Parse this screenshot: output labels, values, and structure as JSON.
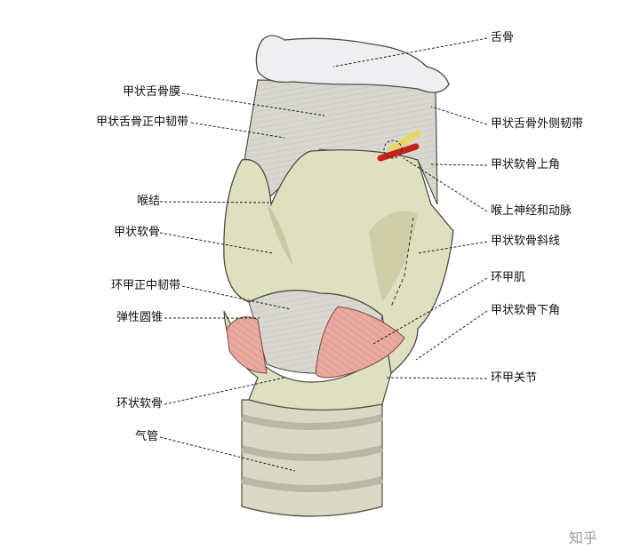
{
  "figure": {
    "labels_left": {
      "thyrohyoid_membrane": "甲状舌骨膜",
      "median_thyrohyoid_ligament": "甲状舌骨正中韧带",
      "laryngeal_prominence": "喉结",
      "thyroid_cartilage": "甲状软骨",
      "median_cricothyroid_ligament": "环甲正中韧带",
      "conus_elasticus": "弹性圆锥",
      "cricoid_cartilage": "环状软骨",
      "trachea": "气管"
    },
    "labels_right": {
      "hyoid_bone": "舌骨",
      "lateral_thyrohyoid_ligament": "甲状舌骨外侧韧带",
      "superior_horn": "甲状软骨上角",
      "superior_laryngeal_nerve_artery": "喉上神经和动脉",
      "oblique_line": "甲状软骨斜线",
      "cricothyroid_muscle": "环甲肌",
      "inferior_horn": "甲状软骨下角",
      "cricothyroid_joint": "环甲关节"
    },
    "watermark": "知乎"
  },
  "colors": {
    "cartilage": "#dfe0bf",
    "cartilage_shadow": "#c9caa3",
    "membrane": "#d8d8d0",
    "bone": "#efeff2",
    "muscle": "#e8a9a0",
    "vessel_red": "#c8211c",
    "nerve_yellow": "#e8d66a",
    "leader": "#222222"
  }
}
